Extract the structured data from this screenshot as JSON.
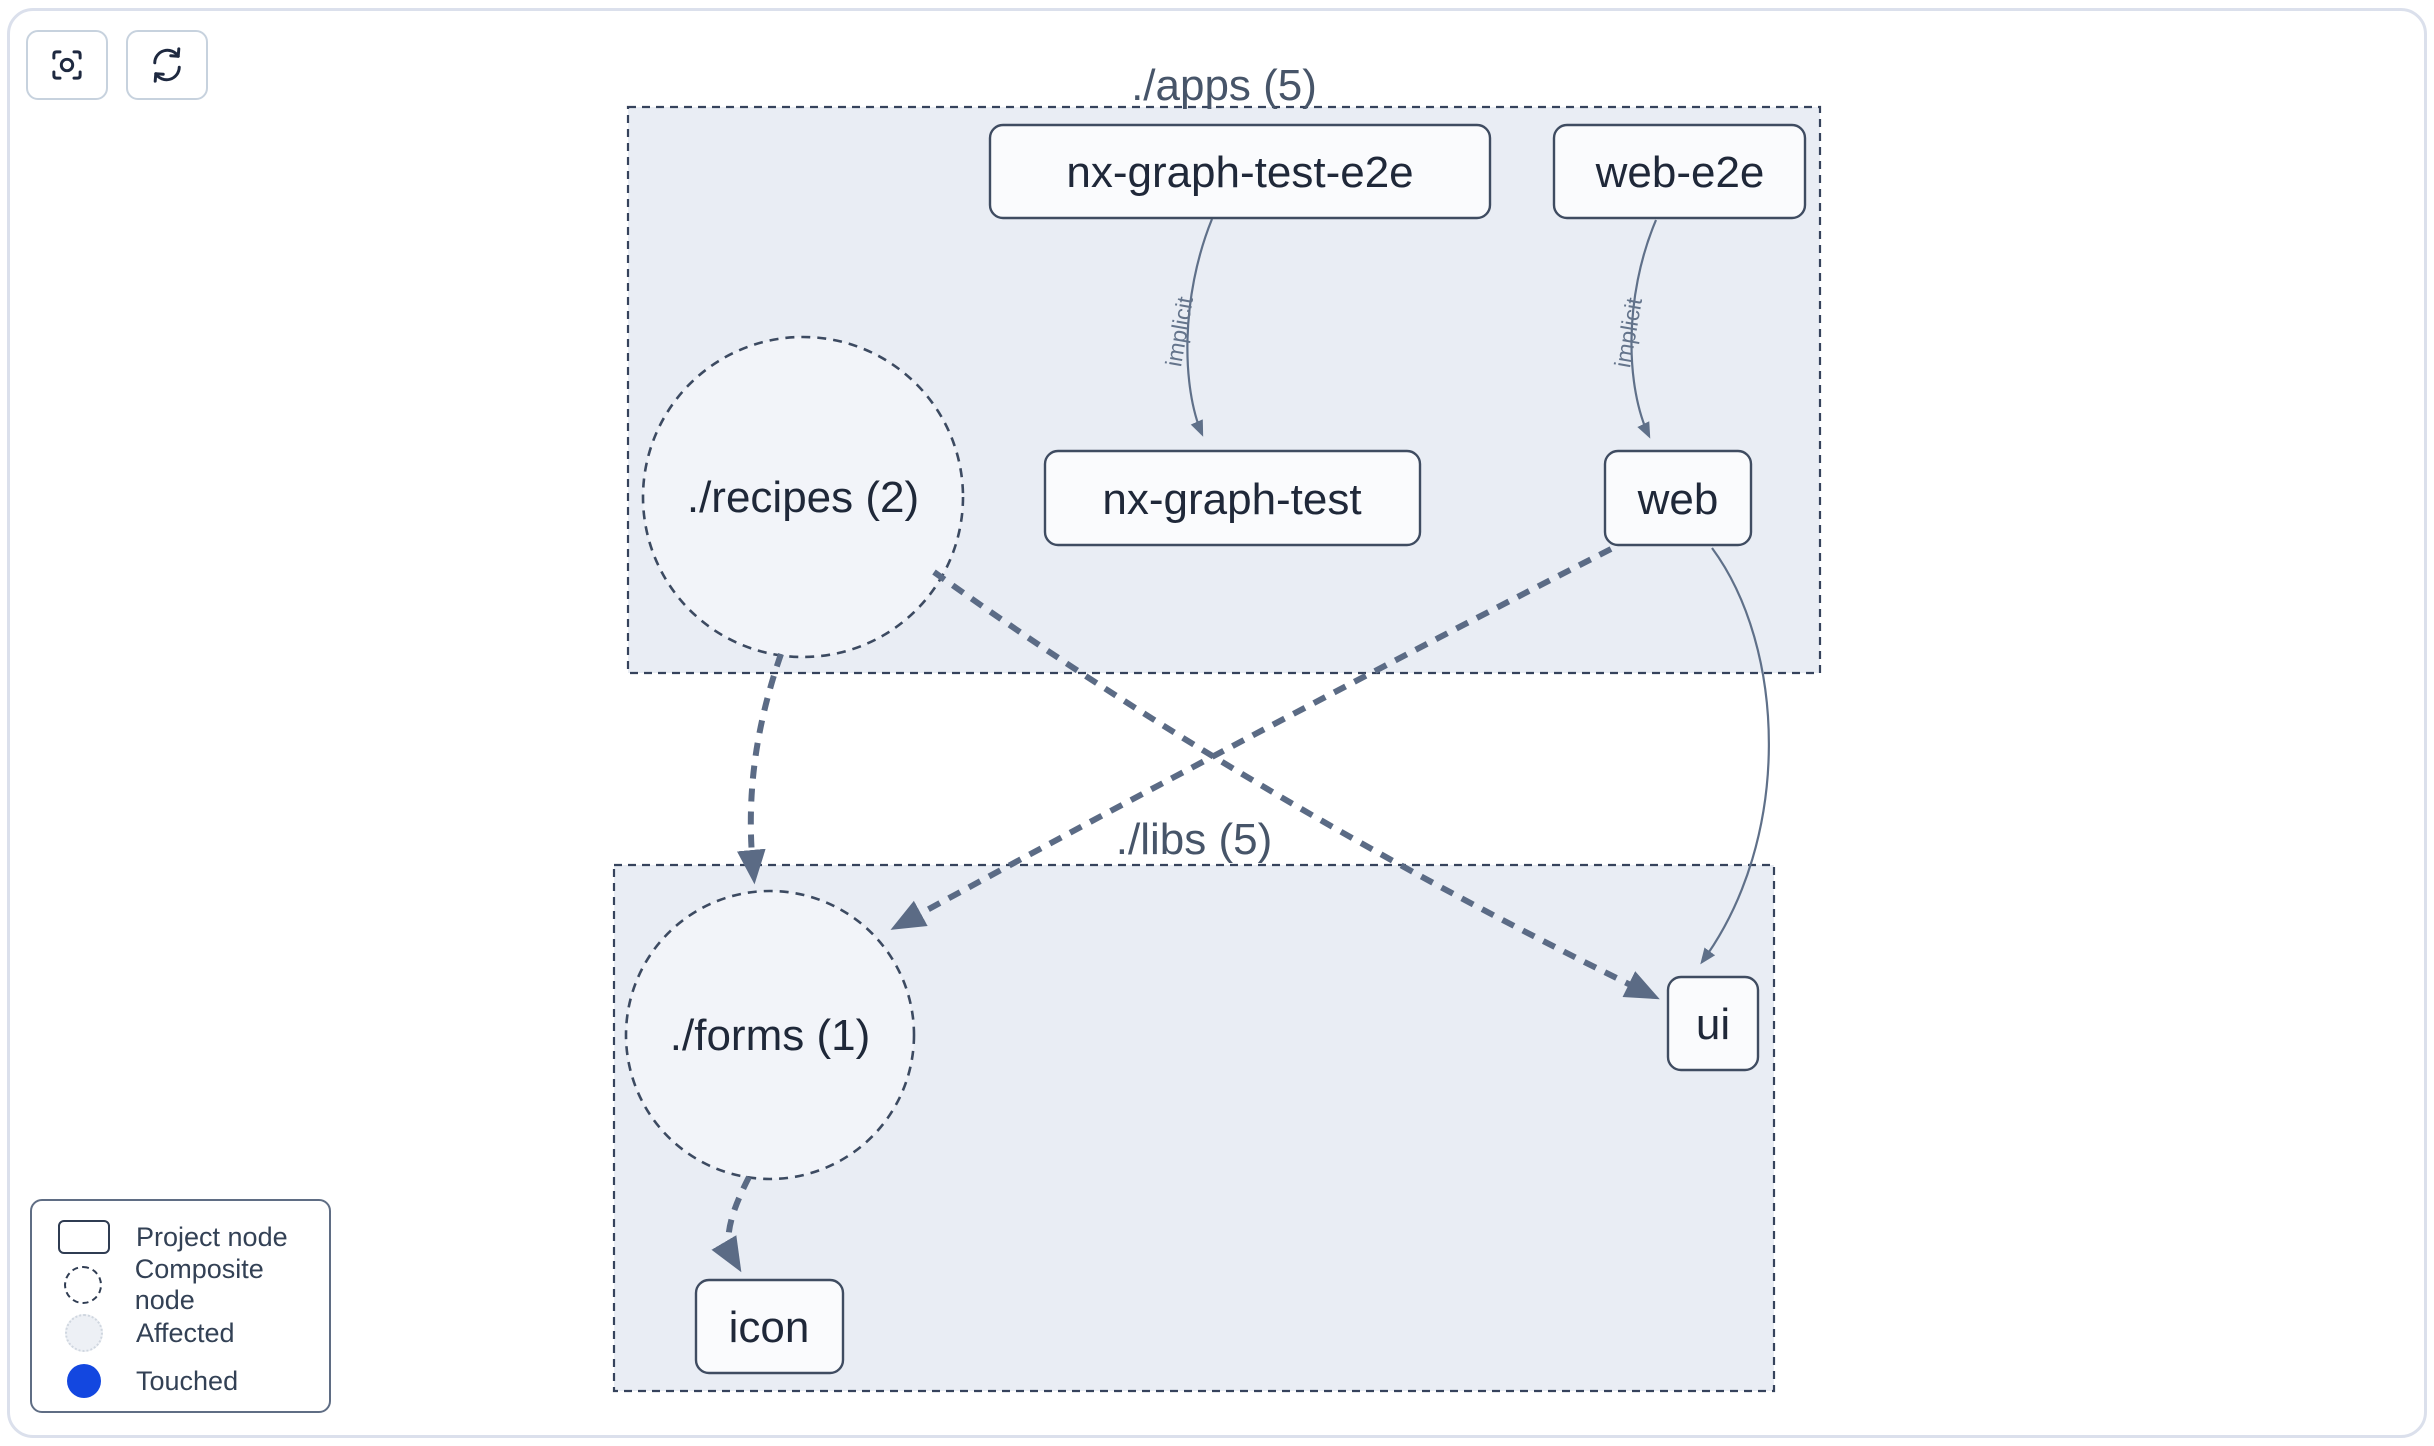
{
  "toolbar": {
    "buttons": [
      {
        "icon": "focus-crosshair-icon"
      },
      {
        "icon": "refresh-icon"
      }
    ]
  },
  "graph": {
    "groups": [
      {
        "id": "apps",
        "label": "./apps (5)"
      },
      {
        "id": "libs",
        "label": "./libs (5)"
      }
    ],
    "nodes": [
      {
        "id": "nx-graph-test-e2e",
        "label": "nx-graph-test-e2e",
        "type": "project",
        "group": "apps"
      },
      {
        "id": "web-e2e",
        "label": "web-e2e",
        "type": "project",
        "group": "apps"
      },
      {
        "id": "recipes",
        "label": "./recipes (2)",
        "type": "composite",
        "group": "apps"
      },
      {
        "id": "nx-graph-test",
        "label": "nx-graph-test",
        "type": "project",
        "group": "apps"
      },
      {
        "id": "web",
        "label": "web",
        "type": "project",
        "group": "apps"
      },
      {
        "id": "forms",
        "label": "./forms (1)",
        "type": "composite",
        "group": "libs"
      },
      {
        "id": "ui",
        "label": "ui",
        "type": "project",
        "group": "libs"
      },
      {
        "id": "icon",
        "label": "icon",
        "type": "project",
        "group": "libs"
      }
    ],
    "edges": [
      {
        "from": "nx-graph-test-e2e",
        "to": "nx-graph-test",
        "label": "implicit",
        "style": "implicit"
      },
      {
        "from": "web-e2e",
        "to": "web",
        "label": "implicit",
        "style": "implicit"
      },
      {
        "from": "recipes",
        "to": "forms",
        "style": "dashed-dependency"
      },
      {
        "from": "recipes",
        "to": "ui",
        "style": "dashed-dependency"
      },
      {
        "from": "web",
        "to": "forms",
        "style": "dashed-dependency"
      },
      {
        "from": "web",
        "to": "ui",
        "style": "direct"
      },
      {
        "from": "forms",
        "to": "icon",
        "style": "dashed-dependency"
      }
    ]
  },
  "legend": {
    "items": [
      {
        "label": "Project node",
        "swatch": "project-node"
      },
      {
        "label": "Composite node",
        "swatch": "composite-node"
      },
      {
        "label": "Affected",
        "swatch": "affected"
      },
      {
        "label": "Touched",
        "swatch": "touched"
      }
    ]
  },
  "colors": {
    "touched": "#1347e0",
    "affected_fill": "#edf0f5",
    "edge": "#5b6b85",
    "node_border": "#3f4c61",
    "node_fill": "#fafbfd",
    "group_fill": "#e9edf4",
    "group_border": "#36435c",
    "group_label": "#475569",
    "node_text": "#1f2839",
    "edge_label": "#64748b"
  }
}
